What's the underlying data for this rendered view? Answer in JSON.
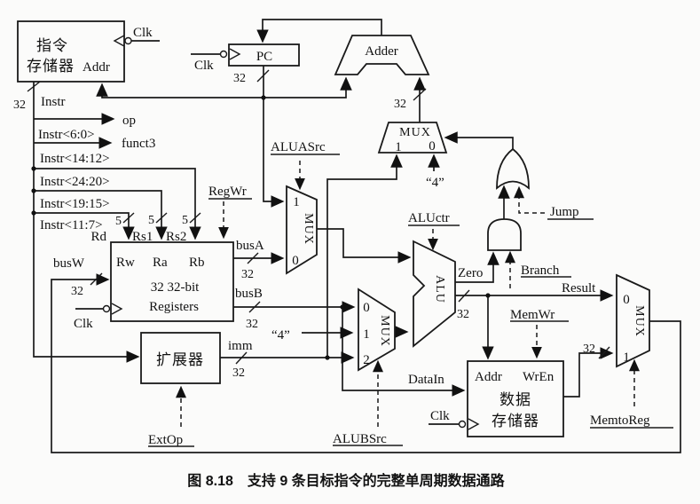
{
  "figure": {
    "caption": "图 8.18　支持 9 条目标指令的完整单周期数据通路"
  },
  "blocks": {
    "instruction_memory": {
      "name1": "指令",
      "name2": "存储器",
      "port_addr": "Addr"
    },
    "pc": {
      "label": "PC"
    },
    "adder": {
      "label": "Adder"
    },
    "register_file": {
      "port_rw": "Rw",
      "port_ra": "Ra",
      "port_rb": "Rb",
      "name1": "32 32-bit",
      "name2": "Registers",
      "port_rd": "Rd",
      "port_rs1": "Rs1",
      "port_rs2": "Rs2"
    },
    "extender": {
      "name": "扩展器"
    },
    "data_memory": {
      "port_addr": "Addr",
      "port_wren": "WrEn",
      "name1": "数据",
      "name2": "存储器"
    },
    "mux_label": "MUX",
    "mux_in0": "0",
    "mux_in1": "1",
    "mux_in2": "2",
    "alu_label": "ALU"
  },
  "signals": {
    "clk": "Clk",
    "instr": "Instr",
    "op": "op",
    "funct3": "funct3",
    "instr_6_0": "Instr<6:0>",
    "instr_14_12": "Instr<14:12>",
    "instr_24_20": "Instr<24:20>",
    "instr_19_15": "Instr<19:15>",
    "instr_11_7": "Instr<11:7>",
    "busw": "busW",
    "busa": "busA",
    "busb": "busB",
    "imm": "imm",
    "zero": "Zero",
    "result": "Result",
    "datain": "DataIn",
    "const4": "“4”",
    "width32": "32",
    "width5": "5"
  },
  "controls": {
    "regwr": "RegWr",
    "aluasrc": "ALUASrc",
    "aluctr": "ALUctr",
    "alubsrc": "ALUBSrc",
    "extop": "ExtOp",
    "memwr": "MemWr",
    "memtoreg": "MemtoReg",
    "branch": "Branch",
    "jump": "Jump"
  }
}
